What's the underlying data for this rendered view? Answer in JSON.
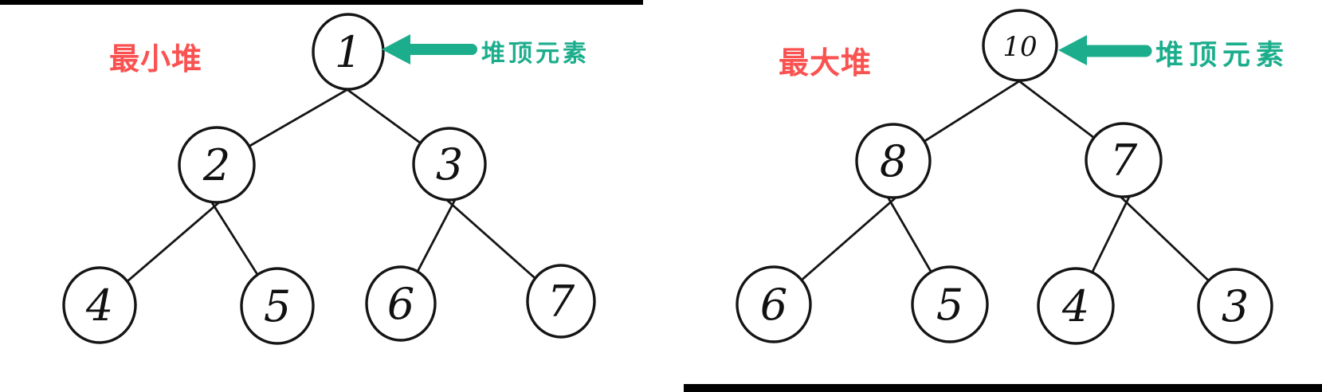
{
  "diagram": {
    "description_colors": {
      "title_red": "#fa5251",
      "pointer_teal": "#1cae8c",
      "ink": "#151515",
      "border_bar": "#000000"
    },
    "min_heap": {
      "title": "最小堆",
      "pointer_label": "堆顶元素",
      "values": [
        "1",
        "2",
        "3",
        "4",
        "5",
        "6",
        "7"
      ],
      "edges": [
        [
          "1",
          "2"
        ],
        [
          "1",
          "3"
        ],
        [
          "2",
          "4"
        ],
        [
          "2",
          "5"
        ],
        [
          "3",
          "6"
        ],
        [
          "3",
          "7"
        ]
      ]
    },
    "max_heap": {
      "title": "最大堆",
      "pointer_label": "堆顶元素",
      "values": [
        "10",
        "8",
        "7",
        "6",
        "5",
        "4",
        "3"
      ],
      "edges": [
        [
          "10",
          "8"
        ],
        [
          "10",
          "7"
        ],
        [
          "8",
          "6"
        ],
        [
          "8",
          "5"
        ],
        [
          "7",
          "4"
        ],
        [
          "7",
          "3"
        ]
      ]
    }
  }
}
